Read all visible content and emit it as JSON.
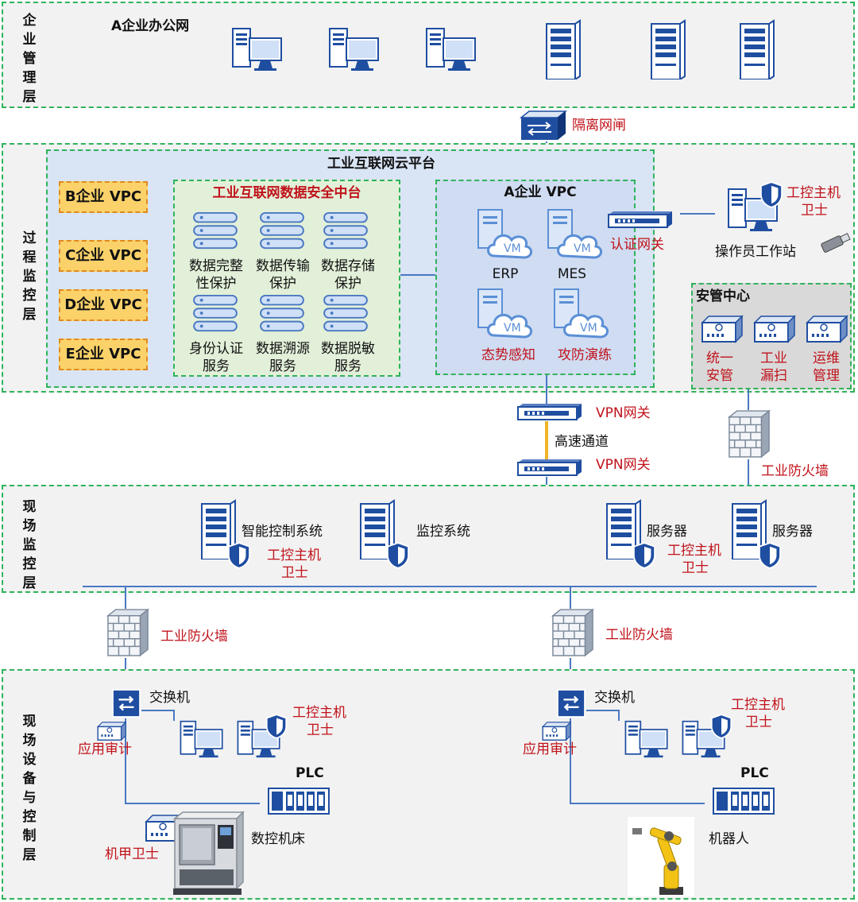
{
  "layers": {
    "enterprise": "企业管理层",
    "process": "过程监控层",
    "site_monitor": "现场监控层",
    "site_device": "现场设备与控制层"
  },
  "office_network": "A企业办公网",
  "isolation_gateway": "隔离网闸",
  "cloud_platform": "工业互联网云平台",
  "vpc_tags": [
    "B企业 VPC",
    "C企业 VPC",
    "D企业 VPC",
    "E企业 VPC"
  ],
  "data_center": {
    "title": "工业互联网数据安全中台",
    "services": [
      {
        "l1": "数据完整",
        "l2": "性保护"
      },
      {
        "l1": "数据传输",
        "l2": "保护"
      },
      {
        "l1": "数据存储",
        "l2": "保护"
      },
      {
        "l1": "身份认证",
        "l2": "服务"
      },
      {
        "l1": "数据溯源",
        "l2": "服务"
      },
      {
        "l1": "数据脱敏",
        "l2": "服务"
      }
    ]
  },
  "a_vpc": {
    "title": "A企业 VPC",
    "vm_label": "VM",
    "vms": [
      "ERP",
      "MES",
      "态势感知",
      "攻防演练"
    ]
  },
  "auth_gateway": "认证网关",
  "host_guard": {
    "l1": "工控主机",
    "l2": "卫士"
  },
  "operator_station": "操作员工作站",
  "security_center": {
    "title": "安管中心",
    "items": [
      {
        "l1": "统一",
        "l2": "安管"
      },
      {
        "l1": "工业",
        "l2": "漏扫"
      },
      {
        "l1": "运维",
        "l2": "管理"
      }
    ]
  },
  "vpn_gateway": "VPN网关",
  "high_speed_channel": "高速通道",
  "industrial_firewall": "工业防火墙",
  "site_servers": [
    "智能控制系统",
    "监控系统",
    "服务器",
    "服务器"
  ],
  "switch": "交换机",
  "app_audit": "应用审计",
  "plc": "PLC",
  "mech_guard": "机甲卫士",
  "cnc_machine": "数控机床",
  "robot": "机器人"
}
